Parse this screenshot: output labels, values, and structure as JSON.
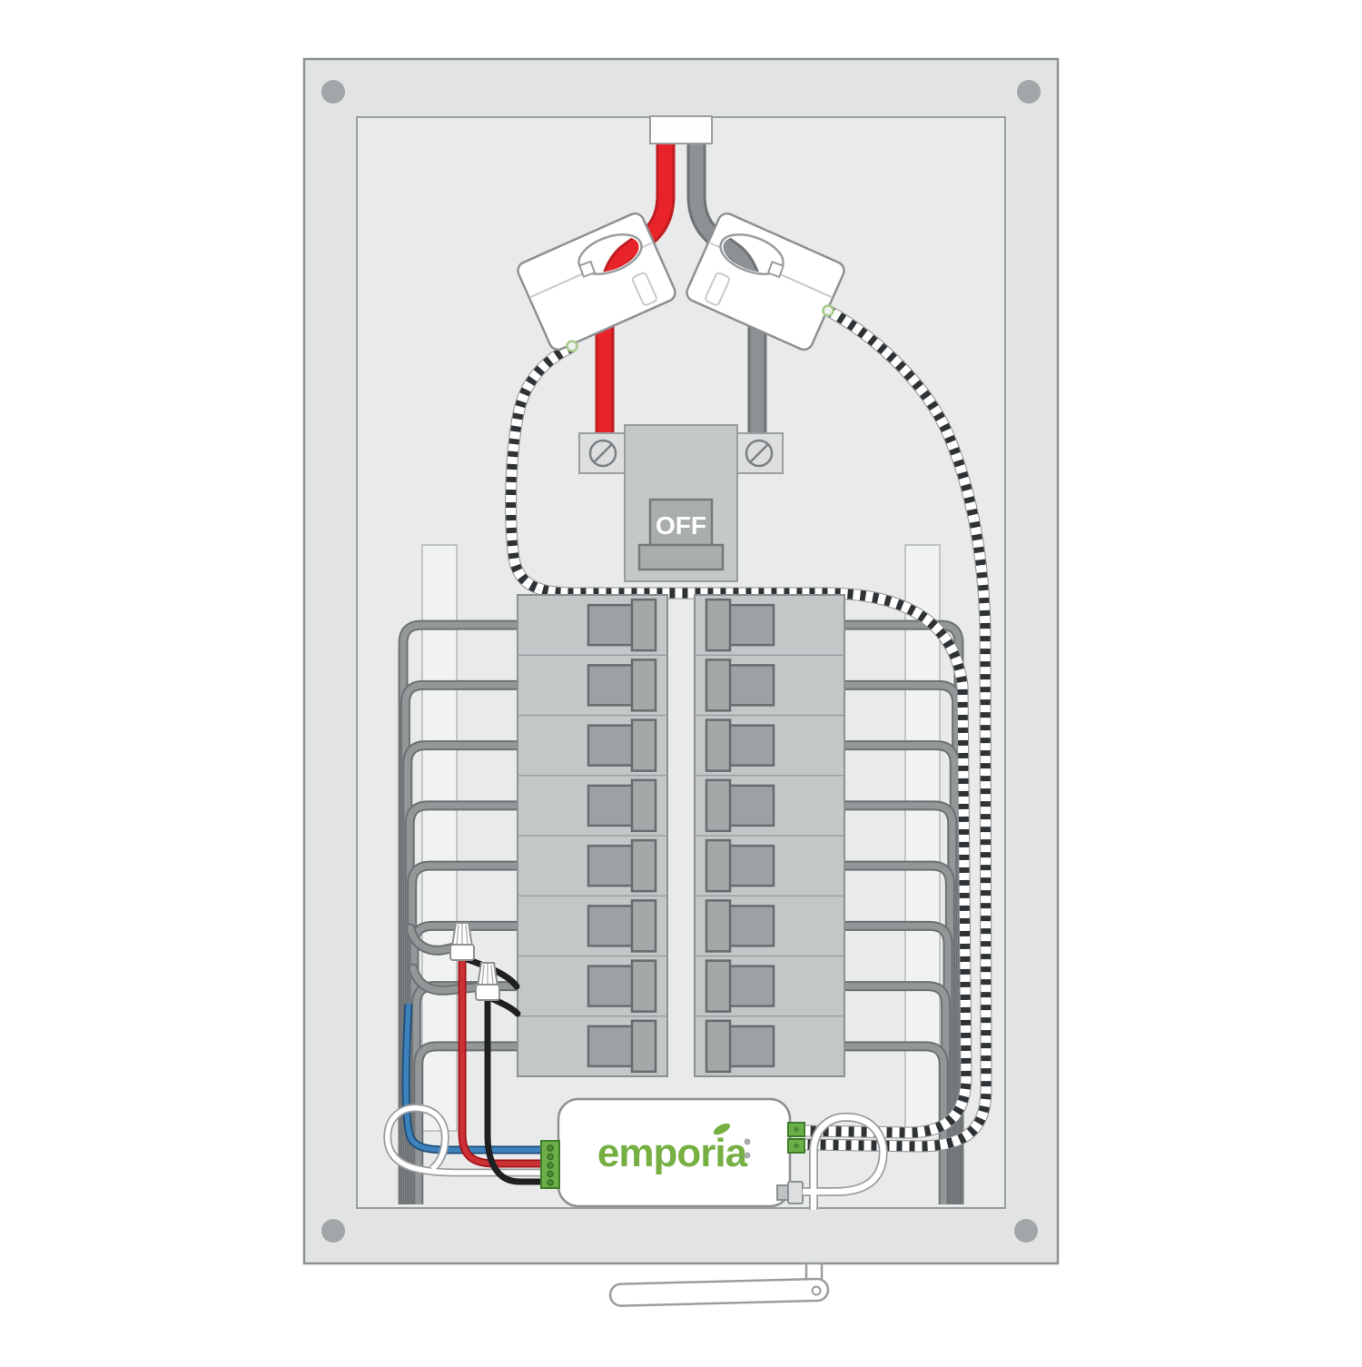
{
  "diagram": {
    "type": "electrical-panel-install-diagram",
    "description": "Breaker panel with two current-transformer clamps on the service mains wired to an energy monitor"
  },
  "main_breaker": {
    "label": "OFF",
    "terminal_screws": 2
  },
  "device": {
    "brand": "emporia",
    "brand_color": "#76b043",
    "status_leds": 2,
    "left_terminal_screws": 5,
    "right_sensor_ports": 2,
    "has_antenna": true
  },
  "panel": {
    "breaker_columns": 2,
    "breakers_per_column": 8,
    "corner_screws": 4,
    "mounting_rails": 2,
    "wire_nuts": 2
  },
  "sensors": {
    "ct_clamps": 2,
    "lead_style": "black-white-twisted-pair"
  },
  "colors": {
    "panel_outer": "#e2e4e4",
    "panel_inner": "#e9eaea",
    "panel_border": "#8e9193",
    "column_fill": "#c4c7c7",
    "breaker_fill": "#9da1a3",
    "breaker_border": "#686c6e",
    "hot_wire_red": "#e8232a",
    "hot_wire_red_edge": "#c01d22",
    "neutral_gray": "#8d9193",
    "neutral_gray_edge": "#6f7376",
    "branch_core": "#939798",
    "branch_edge": "#6e7173",
    "twisted_black": "#303335",
    "pigtail_black": "#1e2022",
    "pigtail_blue": "#3e82bd",
    "terminal_green": "#6cae47",
    "terminal_green_dark": "#3f7d2a",
    "screw_gray": "#a3a6a8"
  }
}
